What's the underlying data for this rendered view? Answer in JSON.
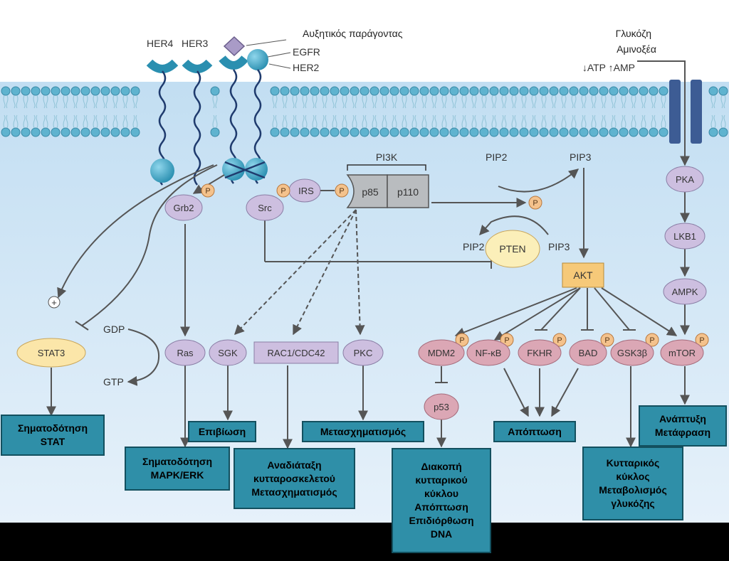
{
  "top_labels": {
    "growth_factor": "Αυξητικός παράγοντας",
    "egfr": "EGFR",
    "her2": "HER2",
    "her4": "HER4",
    "her3": "HER3",
    "glucose": "Γλυκόζη",
    "amino_acids": "Αμινοξέα",
    "atp_amp": "↓ATP ↑AMP"
  },
  "nodes": {
    "pi3k": "PI3K",
    "p85": "p85",
    "p110": "p110",
    "pip2_top": "PIP2",
    "pip3_top": "PIP3",
    "pip2_mid": "PIP2",
    "pip3_mid": "PIP3",
    "pten": "PTEN",
    "akt": "AKT",
    "pka": "PKA",
    "lkb1": "LKB1",
    "ampk": "AMPK",
    "grb2": "Grb2",
    "src": "Src",
    "irs": "IRS",
    "p": "P",
    "stat3": "STAT3",
    "plus": "+",
    "gdp": "GDP",
    "gtp": "GTP",
    "ras": "Ras",
    "sgk": "SGK",
    "rac": "RAC1/CDC42",
    "pkc": "PKC",
    "mdm2": "MDM2",
    "nfkb": "NF-κB",
    "fkhr": "FKHR",
    "bad": "BAD",
    "gsk3b": "GSK3β",
    "mtor": "mTOR",
    "p53": "p53"
  },
  "outcomes": {
    "stat_signaling": [
      "Σηματοδότηση",
      "STAT"
    ],
    "mapk": [
      "Σηματοδότηση",
      "MAPK/ERK"
    ],
    "survival": [
      "Επιβίωση"
    ],
    "cytoskeleton": [
      "Αναδιάταξη",
      "κυτταροσκελετού",
      "Μετασχηματισμός"
    ],
    "transformation": [
      "Μετασχηματισμός"
    ],
    "cell_cycle": [
      "Διακοπή",
      "κυτταρικού",
      "κύκλου",
      "Απόπτωση",
      "Επιδιόρθωση",
      "DNA"
    ],
    "apoptosis": [
      "Απόπτωση"
    ],
    "metabolism": [
      "Κυτταρικός",
      "κύκλος",
      "Μεταβολισμός",
      "γλυκόζης"
    ],
    "growth": [
      "Ανάπτυξη",
      "Μετάφραση"
    ]
  },
  "colors": {
    "cytoplasm": "#d7e9f6",
    "membrane_head": "#5fb3cf",
    "lilac_node": "#cdbfe0",
    "pink_node": "#dba7b5",
    "akt_fill": "#f6c979",
    "pten_fill": "#fbefb9",
    "outcome_box": "#2f8fa8"
  }
}
